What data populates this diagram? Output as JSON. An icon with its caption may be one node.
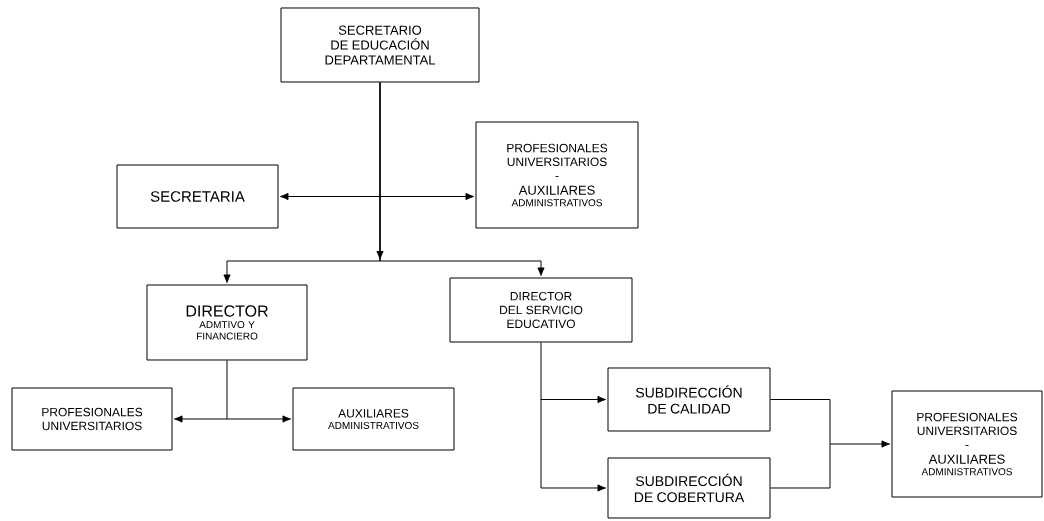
{
  "diagram": {
    "nodes": [
      {
        "text": [
          "SECRETARIO DE EDUCACIÓN DEPARTAMENTAL"
        ]
      },
      {
        "text": [
          "SECRETARIA"
        ]
      },
      {
        "text": [
          "PROFESIONALES UNIVERSITARIOS",
          "-",
          "AUXILIARES",
          "ADMINISTRATIVOS"
        ]
      },
      {
        "text": [
          "DIRECTOR",
          "ADMTIVO Y FINANCIERO"
        ]
      },
      {
        "text": [
          "DIRECTOR DEL SERVICIO EDUCATIVO"
        ]
      },
      {
        "text": [
          "PROFESIONALES UNIVERSITARIOS"
        ]
      },
      {
        "text": [
          "AUXILIARES",
          "ADMINISTRATIVOS"
        ]
      },
      {
        "text": [
          "SUBDIRECCIÓN DE CALIDAD"
        ]
      },
      {
        "text": [
          "SUBDIRECCIÓN DE COBERTURA"
        ]
      },
      {
        "text": [
          "PROFESIONALES UNIVERSITARIOS",
          "-",
          "AUXILIARES",
          "ADMINISTRATIVOS"
        ]
      }
    ],
    "edges": [
      {
        "from": 0,
        "to": 3,
        "arrow": "to"
      },
      {
        "from": 0,
        "to": 4,
        "arrow": "to"
      },
      {
        "from": 1,
        "to": 2,
        "arrow": "both"
      },
      {
        "from": 3,
        "to": 5,
        "arrow": "to"
      },
      {
        "from": 3,
        "to": 6,
        "arrow": "to"
      },
      {
        "from": 4,
        "to": 7,
        "arrow": "to"
      },
      {
        "from": 4,
        "to": 8,
        "arrow": "to"
      },
      {
        "from": 7,
        "to": 9,
        "arrow": "to"
      },
      {
        "from": 8,
        "to": 9,
        "arrow": "to"
      }
    ]
  }
}
